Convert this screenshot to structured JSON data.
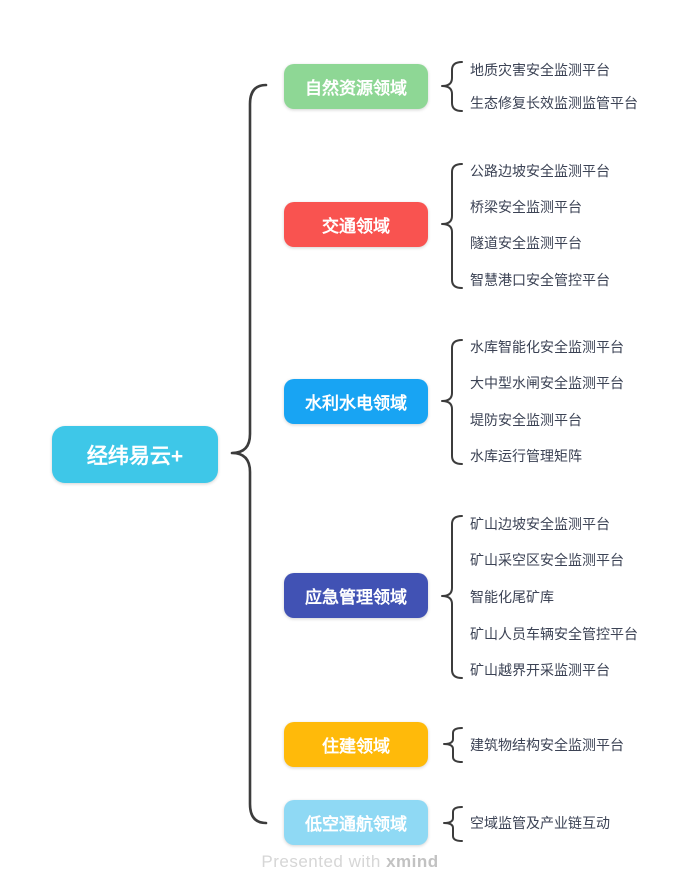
{
  "root": {
    "label": "经纬易云+",
    "color": "#3ec7e8"
  },
  "branches": [
    {
      "label": "自然资源领域",
      "color": "#8ed795",
      "leaves": [
        "地质灾害安全监测平台",
        "生态修复长效监测监管平台"
      ]
    },
    {
      "label": "交通领域",
      "color": "#f95350",
      "leaves": [
        "公路边坡安全监测平台",
        "桥梁安全监测平台",
        "隧道安全监测平台",
        "智慧港口安全管控平台"
      ]
    },
    {
      "label": "水利水电领域",
      "color": "#18a4f3",
      "leaves": [
        "水库智能化安全监测平台",
        "大中型水闸安全监测平台",
        "堤防安全监测平台",
        "水库运行管理矩阵"
      ]
    },
    {
      "label": "应急管理领域",
      "color": "#4152b4",
      "leaves": [
        "矿山边坡安全监测平台",
        "矿山采空区安全监测平台",
        "智能化尾矿库",
        "矿山人员车辆安全管控平台",
        "矿山越界开采监测平台"
      ]
    },
    {
      "label": "住建领域",
      "color": "#ffba0a",
      "leaves": [
        "建筑物结构安全监测平台"
      ]
    },
    {
      "label": "低空通航领域",
      "color": "#8fd9f4",
      "leaves": [
        "空域监管及产业链互动"
      ]
    }
  ],
  "connector_color": "#3c3c3c",
  "footer": {
    "prefix": "Presented with ",
    "brand": "xmind"
  }
}
